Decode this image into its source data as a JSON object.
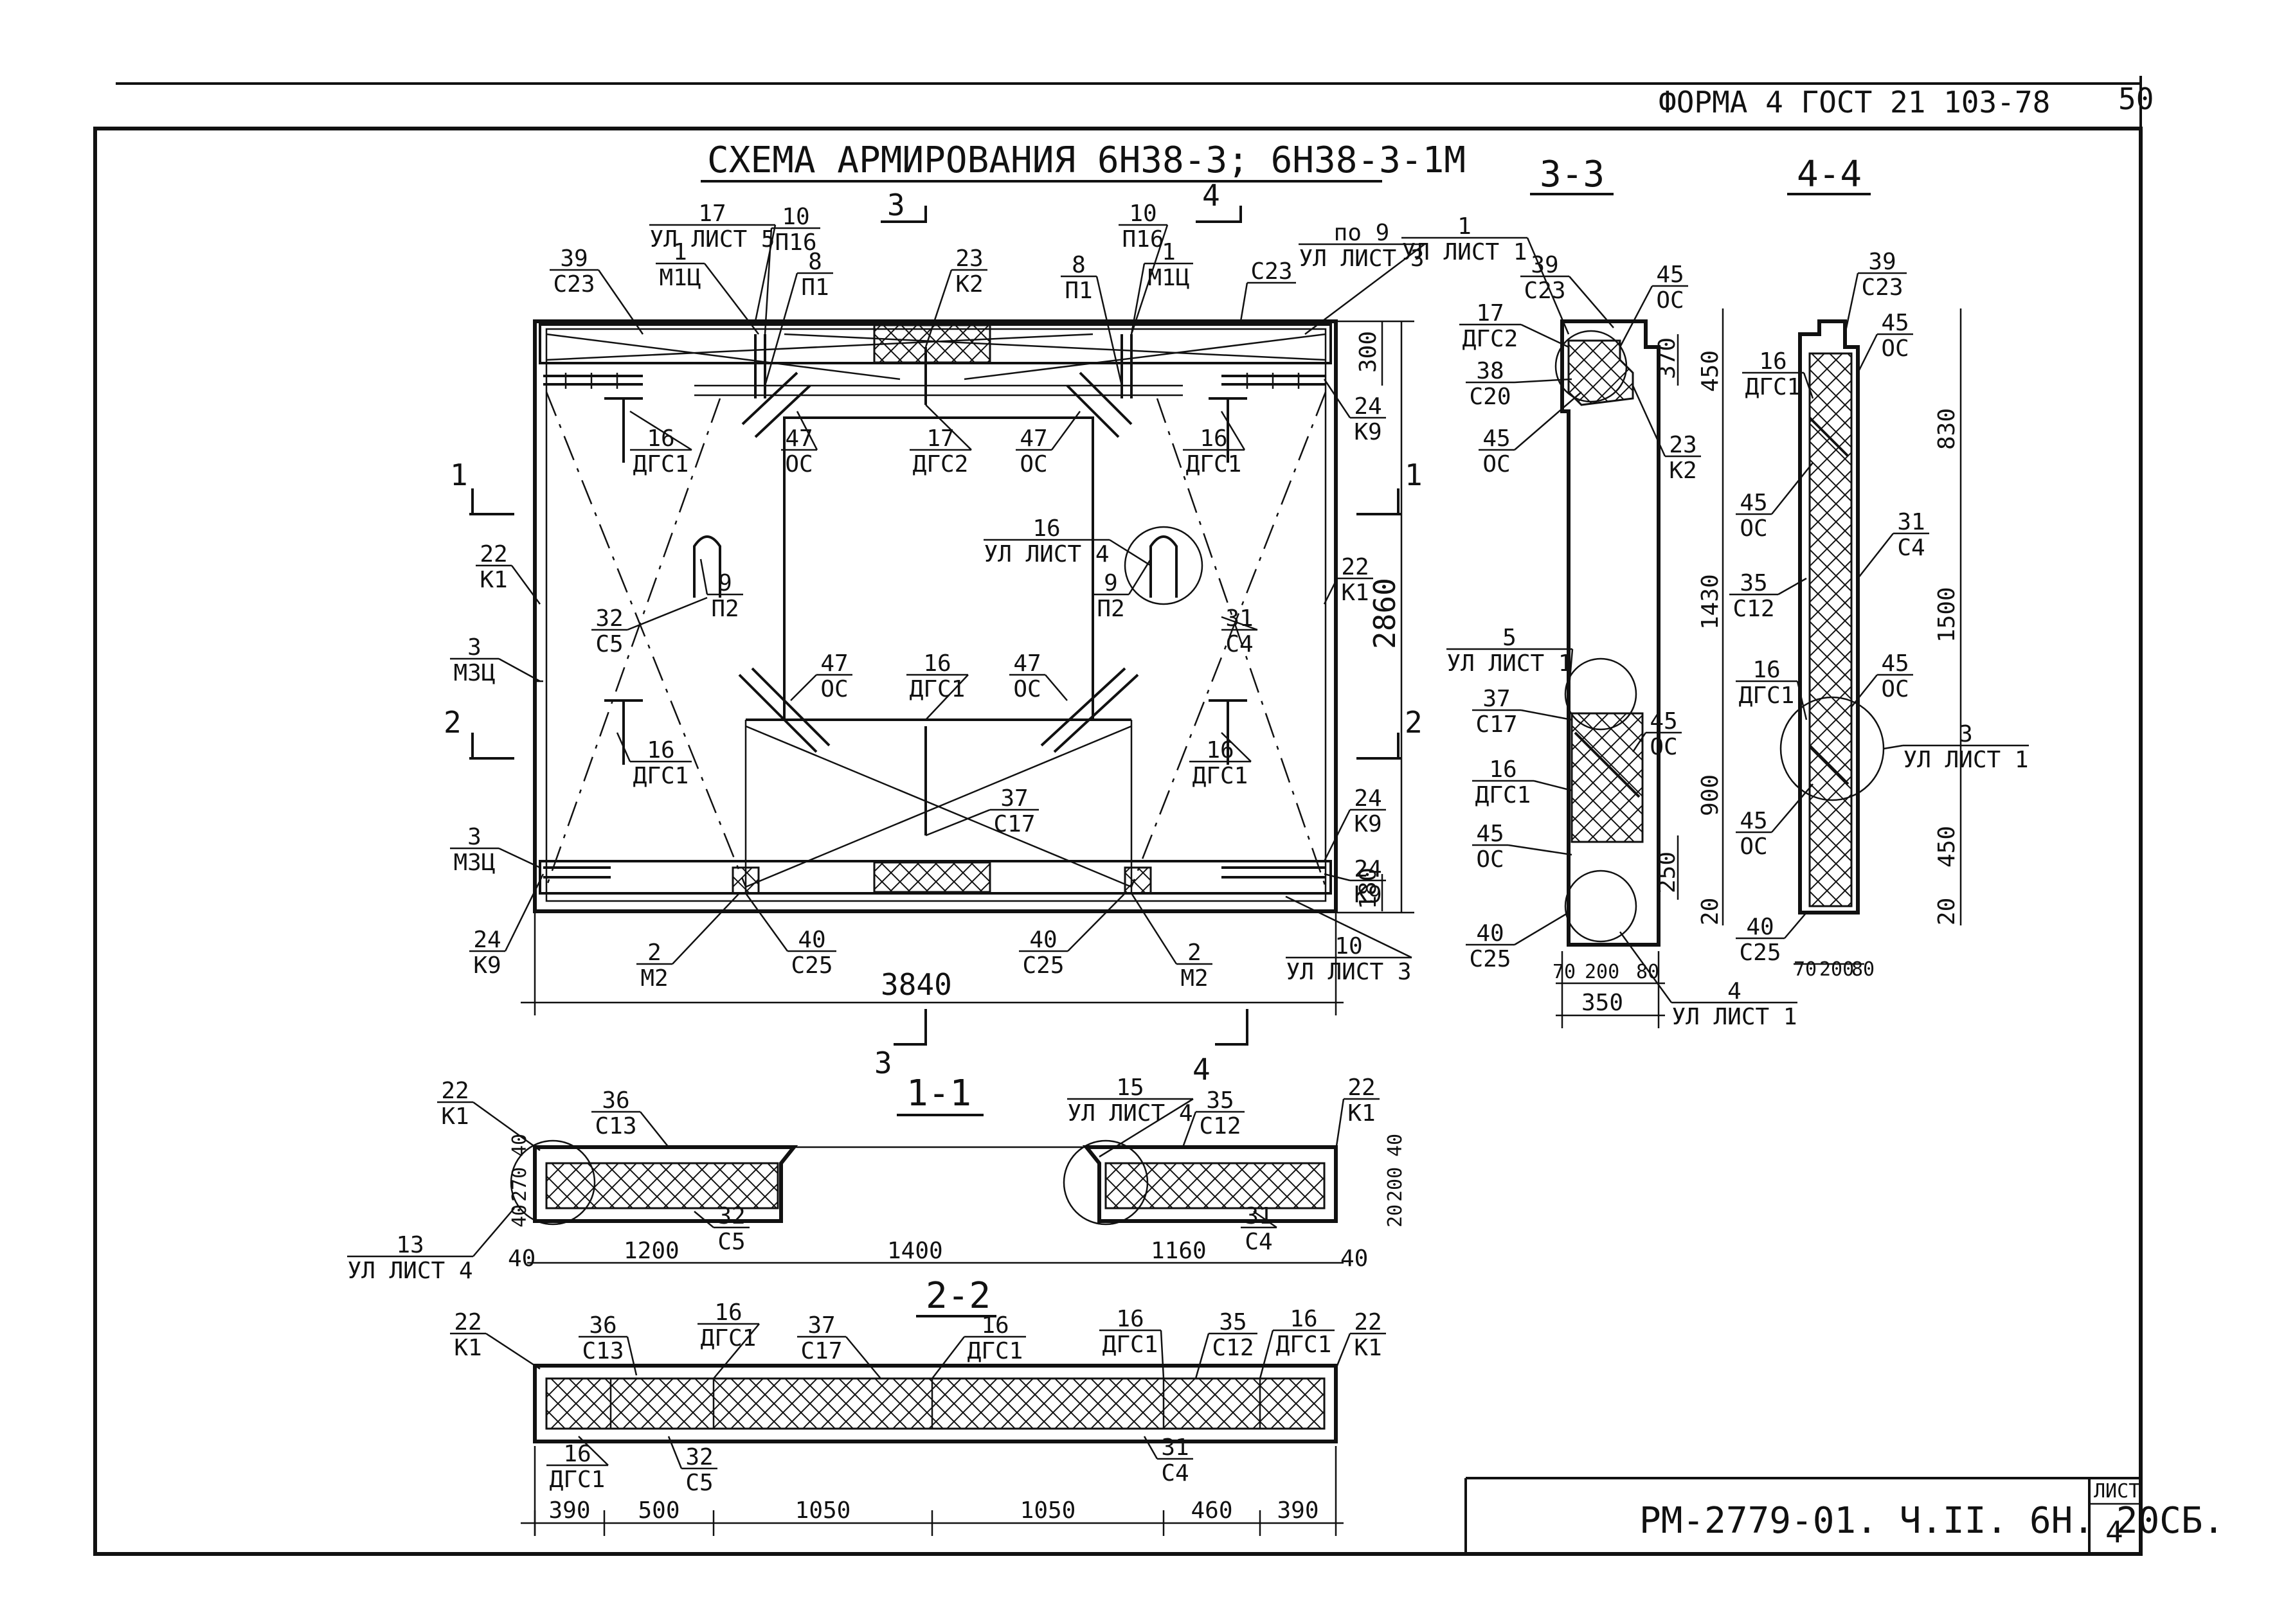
{
  "header": {
    "form_label": "ФОРМА 4 ГОСТ 21 103-78",
    "page_no": "50"
  },
  "title": "СХЕМА АРМИРОВАНИЯ 6Н38-3; 6Н38-3-1М",
  "titleblock": {
    "code": "РМ-2779-01. Ч.II. 6Н. 20СБ.",
    "sheet_label": "ЛИСТ",
    "sheet_no": "4"
  },
  "sections": {
    "s33": "3-3",
    "s44": "4-4",
    "s11": "1-1",
    "s22": "2-2",
    "cut_3": "3",
    "cut_4": "4",
    "cut_1": "1",
    "cut_2": "2"
  },
  "main_callouts": [
    {
      "n": "39",
      "d": "С23"
    },
    {
      "n": "17",
      "d": "УЛ ЛИСТ 5"
    },
    {
      "n": "1",
      "d": "М1Ц"
    },
    {
      "n": "10",
      "d": "П16"
    },
    {
      "n": "8",
      "d": "П1"
    },
    {
      "n": "23",
      "d": "К2"
    },
    {
      "n": "10",
      "d": "П16"
    },
    {
      "n": "8",
      "d": "П1"
    },
    {
      "n": "1",
      "d": "М1Ц"
    },
    {
      "n": "С23",
      "d": ""
    },
    {
      "n": "по 9",
      "d": "УЛ ЛИСТ 3"
    },
    {
      "n": "24",
      "d": "К9"
    },
    {
      "n": "16",
      "d": "ДГС1"
    },
    {
      "n": "47",
      "d": "ОС"
    },
    {
      "n": "17",
      "d": "ДГС2"
    },
    {
      "n": "47",
      "d": "ОС"
    },
    {
      "n": "16",
      "d": "ДГС1"
    },
    {
      "n": "24",
      "d": "К9"
    },
    {
      "n": "22",
      "d": "К1"
    },
    {
      "n": "32",
      "d": "С5"
    },
    {
      "n": "9",
      "d": "П2"
    },
    {
      "n": "16",
      "d": "УЛ ЛИСТ 4"
    },
    {
      "n": "9",
      "d": "П2"
    },
    {
      "n": "31",
      "d": "С4"
    },
    {
      "n": "22",
      "d": "К1"
    },
    {
      "n": "3",
      "d": "М3Ц"
    },
    {
      "n": "47",
      "d": "ОС"
    },
    {
      "n": "16",
      "d": "ДГС1"
    },
    {
      "n": "47",
      "d": "ОС"
    },
    {
      "n": "16",
      "d": "ДГС1"
    },
    {
      "n": "16",
      "d": "ДГС1"
    },
    {
      "n": "37",
      "d": "С17"
    },
    {
      "n": "3",
      "d": "М3Ц"
    },
    {
      "n": "24",
      "d": "К9"
    },
    {
      "n": "24",
      "d": "К9"
    },
    {
      "n": "2",
      "d": "М2"
    },
    {
      "n": "40",
      "d": "С25"
    },
    {
      "n": "40",
      "d": "С25"
    },
    {
      "n": "2",
      "d": "М2"
    },
    {
      "n": "10",
      "d": "УЛ ЛИСТ 3"
    }
  ],
  "main_dims": {
    "width": "3840",
    "height": "2860",
    "top": "300",
    "bottom": "180"
  },
  "s33_callouts": [
    {
      "n": "1",
      "d": "УЛ ЛИСТ 1"
    },
    {
      "n": "39",
      "d": "С23"
    },
    {
      "n": "45",
      "d": "ОС"
    },
    {
      "n": "17",
      "d": "ДГС2"
    },
    {
      "n": "38",
      "d": "С20"
    },
    {
      "n": "45",
      "d": "ОС"
    },
    {
      "n": "23",
      "d": "К2"
    },
    {
      "n": "5",
      "d": "УЛ ЛИСТ 1"
    },
    {
      "n": "37",
      "d": "С17"
    },
    {
      "n": "45",
      "d": "ОС"
    },
    {
      "n": "16",
      "d": "ДГС1"
    },
    {
      "n": "45",
      "d": "ОС"
    },
    {
      "n": "40",
      "d": "С25"
    },
    {
      "n": "4",
      "d": "УЛ ЛИСТ 1"
    }
  ],
  "s33_dims": {
    "d370": "370",
    "d450": "450",
    "d1430": "1430",
    "d900": "900",
    "d250": "250",
    "d20": "20",
    "w70": "70",
    "w200": "200",
    "w80": "80",
    "w350": "350"
  },
  "s44_callouts": [
    {
      "n": "39",
      "d": "С23"
    },
    {
      "n": "45",
      "d": "ОС"
    },
    {
      "n": "16",
      "d": "ДГС1"
    },
    {
      "n": "45",
      "d": "ОС"
    },
    {
      "n": "31",
      "d": "С4"
    },
    {
      "n": "35",
      "d": "С12"
    },
    {
      "n": "16",
      "d": "ДГС1"
    },
    {
      "n": "45",
      "d": "ОС"
    },
    {
      "n": "3",
      "d": "УЛ ЛИСТ 1"
    },
    {
      "n": "45",
      "d": "ОС"
    },
    {
      "n": "40",
      "d": "С25"
    }
  ],
  "s44_dims": {
    "d830": "830",
    "d1500": "1500",
    "d450": "450",
    "d20": "20",
    "w70": "70",
    "w200": "200",
    "w80": "80"
  },
  "s11_callouts": [
    {
      "n": "22",
      "d": "К1"
    },
    {
      "n": "36",
      "d": "С13"
    },
    {
      "n": "15",
      "d": "УЛ ЛИСТ 4"
    },
    {
      "n": "35",
      "d": "С12"
    },
    {
      "n": "22",
      "d": "К1"
    },
    {
      "n": "32",
      "d": "С5"
    },
    {
      "n": "31",
      "d": "С4"
    },
    {
      "n": "13",
      "d": "УЛ ЛИСТ 4"
    }
  ],
  "s11_dims": {
    "l40": "40",
    "l270": "270",
    "l40b": "40",
    "r40": "40",
    "r200": "200",
    "r20": "20",
    "b40": "40",
    "b1200": "1200",
    "b1400": "1400",
    "b1160": "1160",
    "b40r": "40"
  },
  "s22_callouts": [
    {
      "n": "22",
      "d": "К1"
    },
    {
      "n": "36",
      "d": "С13"
    },
    {
      "n": "16",
      "d": "ДГС1"
    },
    {
      "n": "37",
      "d": "С17"
    },
    {
      "n": "16",
      "d": "ДГС1"
    },
    {
      "n": "16",
      "d": "ДГС1"
    },
    {
      "n": "35",
      "d": "С12"
    },
    {
      "n": "16",
      "d": "ДГС1"
    },
    {
      "n": "22",
      "d": "К1"
    },
    {
      "n": "16",
      "d": "ДГС1"
    },
    {
      "n": "32",
      "d": "С5"
    },
    {
      "n": "31",
      "d": "С4"
    }
  ],
  "s22_dims": [
    "390",
    "500",
    "1050",
    "1050",
    "460",
    "390"
  ]
}
